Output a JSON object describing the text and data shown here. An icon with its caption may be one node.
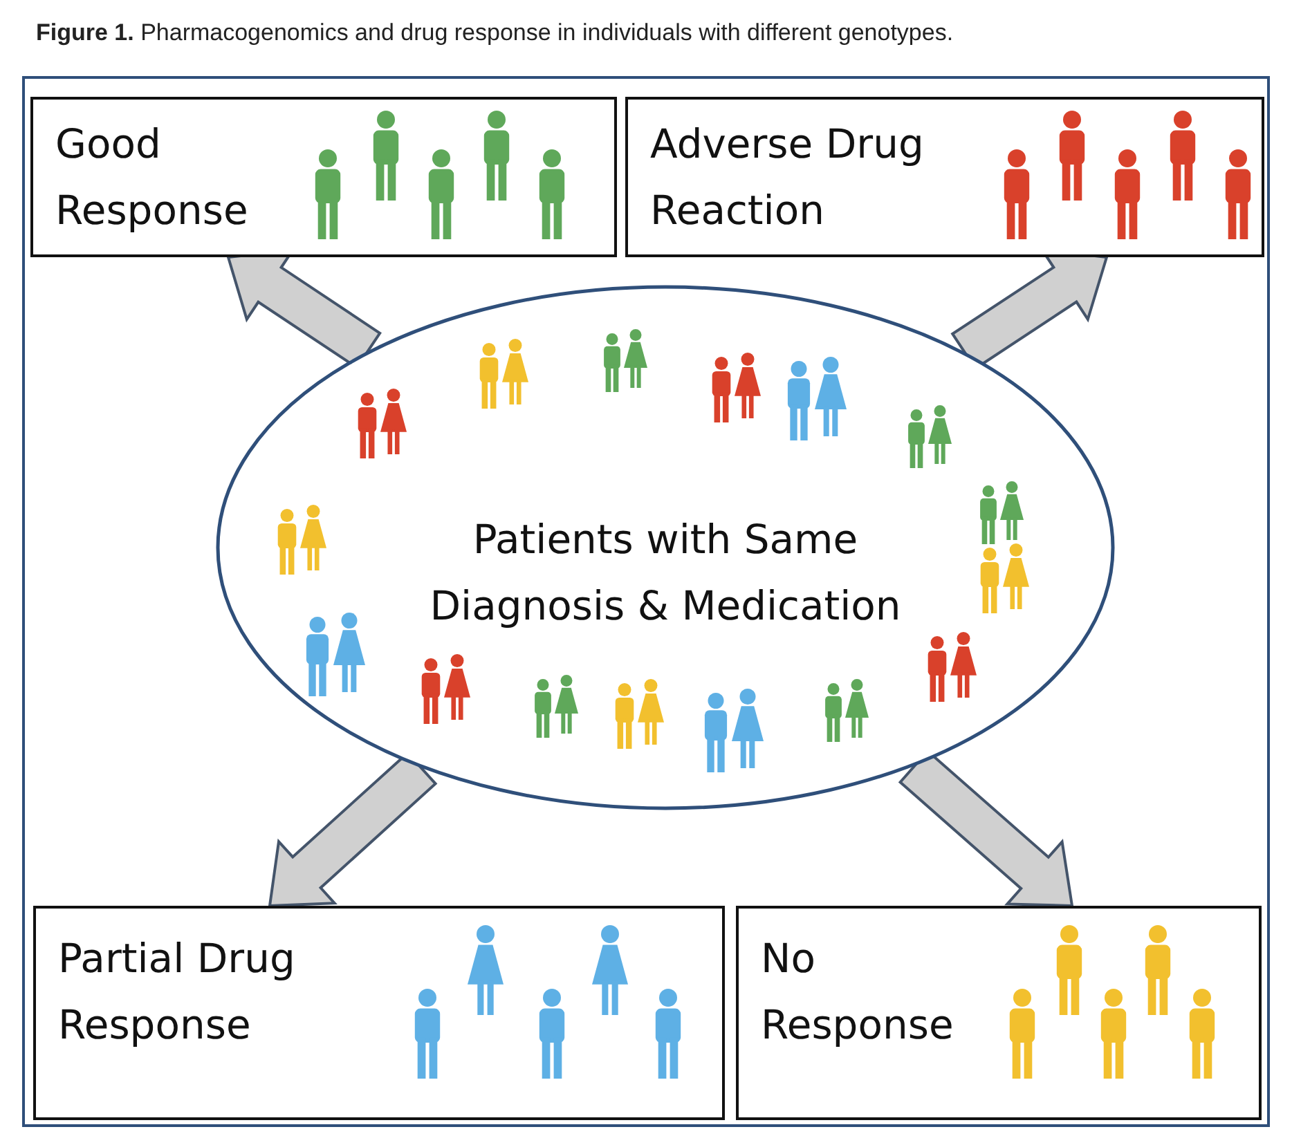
{
  "diagram": {
    "title": "**Figure 1.** Pharmacogenomics and drug response in individuals with different genotypes.",
    "nodes": [
      {
        "text": [
          "Good Response"
        ]
      },
      {
        "text": [
          "Adverse Drug Reaction"
        ]
      },
      {
        "text": [
          "Patients with Same Diagnosis & Medication"
        ]
      },
      {
        "text": [
          "Partial Drug Response"
        ]
      },
      {
        "text": [
          "No Response"
        ]
      }
    ],
    "edges": [
      {
        "from": 2,
        "to": 0,
        "arrow": "to"
      },
      {
        "from": 2,
        "to": 1,
        "arrow": "to"
      },
      {
        "from": 2,
        "to": 3,
        "arrow": "to"
      },
      {
        "from": 2,
        "to": 4,
        "arrow": "to"
      }
    ]
  }
}
